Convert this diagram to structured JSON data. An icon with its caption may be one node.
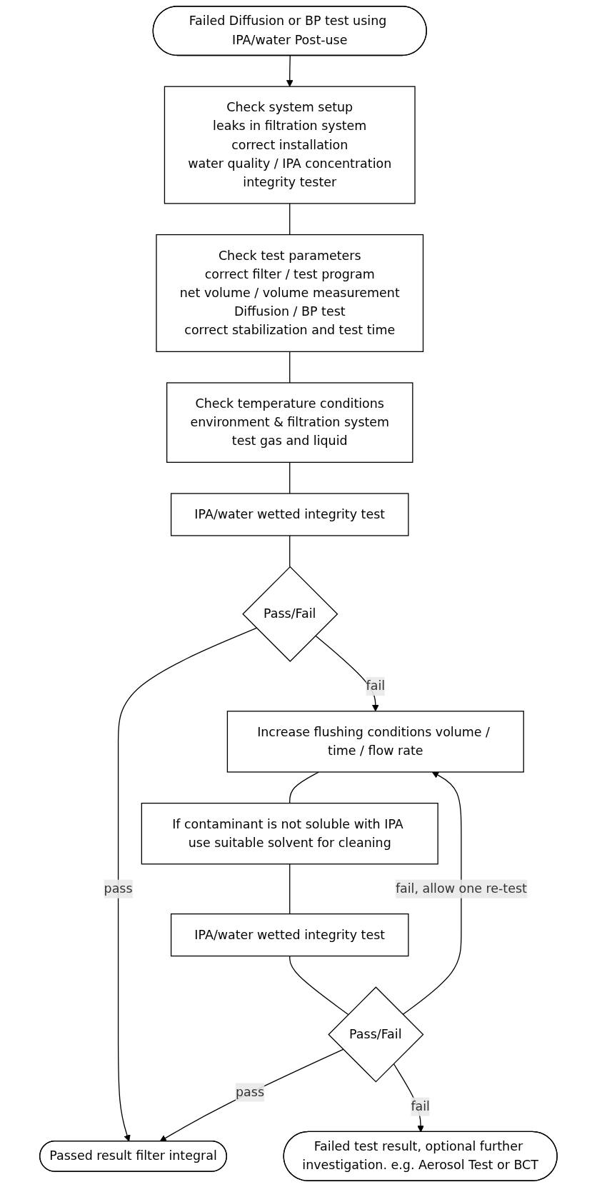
{
  "diagram": {
    "nodes": [
      {
        "text": [
          "Failed Diffusion or BP test using IPA/water Post-use"
        ]
      },
      {
        "text": [
          "Check system setup",
          "leaks in filtration system",
          "correct installation",
          "water quality / IPA concentration",
          "integrity tester"
        ]
      },
      {
        "text": [
          "Check test parameters",
          "correct filter / test program",
          "net volume / volume measurement",
          "Diffusion / BP test",
          "correct stabilization and test time"
        ]
      },
      {
        "text": [
          "Check temperature conditions",
          "environment & filtration system",
          "test gas and liquid"
        ]
      },
      {
        "text": [
          "IPA/water wetted integrity test"
        ]
      },
      {
        "text": [
          "Pass/Fail"
        ]
      },
      {
        "text": [
          "Increase flushing conditions volume / time / flow rate"
        ]
      },
      {
        "text": [
          "If contaminant is not soluble with IPA use suitable solvent for cleaning"
        ]
      },
      {
        "text": [
          "IPA/water wetted integrity test"
        ]
      },
      {
        "text": [
          "Pass/Fail"
        ]
      },
      {
        "text": [
          "Passed result filter integral"
        ]
      },
      {
        "text": [
          "Failed test result, optional further investigation. e.g. Aerosol Test or BCT"
        ]
      }
    ],
    "edges": [
      {
        "from": 0,
        "to": 1,
        "arrow": "to"
      },
      {
        "from": 1,
        "to": 2,
        "arrow": "none"
      },
      {
        "from": 2,
        "to": 3,
        "arrow": "none"
      },
      {
        "from": 3,
        "to": 4,
        "arrow": "none"
      },
      {
        "from": 4,
        "to": 5,
        "arrow": "none"
      },
      {
        "from": 5,
        "to": 10,
        "arrow": "to",
        "label": "pass"
      },
      {
        "from": 5,
        "to": 6,
        "arrow": "to",
        "label": "fail"
      },
      {
        "from": 6,
        "to": 7,
        "arrow": "none"
      },
      {
        "from": 7,
        "to": 8,
        "arrow": "none"
      },
      {
        "from": 8,
        "to": 9,
        "arrow": "none"
      },
      {
        "from": 9,
        "to": 10,
        "arrow": "to",
        "label": "pass"
      },
      {
        "from": 9,
        "to": 6,
        "arrow": "to",
        "label": "fail, allow one re-test"
      },
      {
        "from": 9,
        "to": 11,
        "arrow": "to",
        "label": "fail"
      }
    ]
  }
}
